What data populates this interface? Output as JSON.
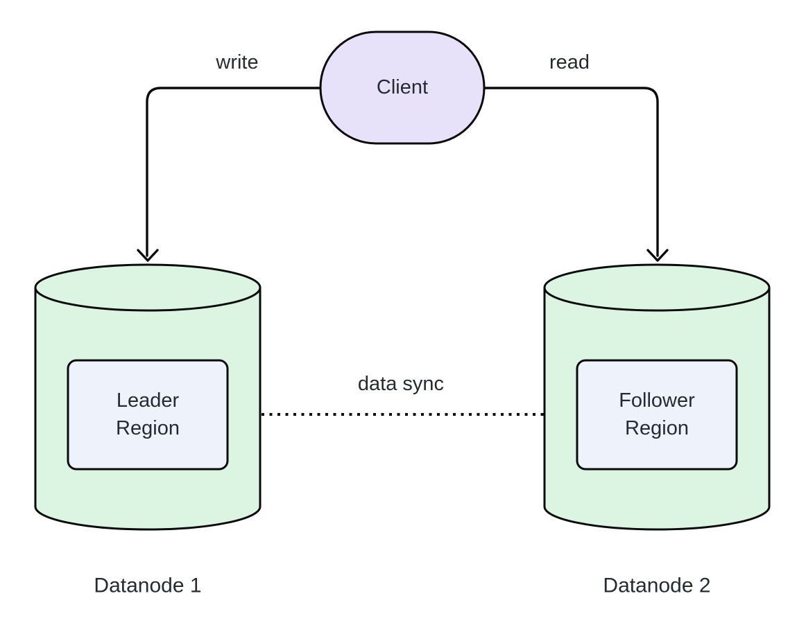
{
  "client": {
    "label": "Client"
  },
  "edges": {
    "write": {
      "label": "write"
    },
    "read": {
      "label": "read"
    },
    "sync": {
      "label": "data sync"
    }
  },
  "datanode1": {
    "title": "Datanode 1",
    "region": {
      "line1": "Leader",
      "line2": "Region"
    }
  },
  "datanode2": {
    "title": "Datanode 2",
    "region": {
      "line1": "Follower",
      "line2": "Region"
    }
  },
  "colors": {
    "client_fill": "#E7E1FA",
    "cylinder_fill": "#DCF4E2",
    "region_fill": "#EDF2FB",
    "stroke": "#0a0a0a",
    "text": "#262b33",
    "background": "#ffffff"
  }
}
